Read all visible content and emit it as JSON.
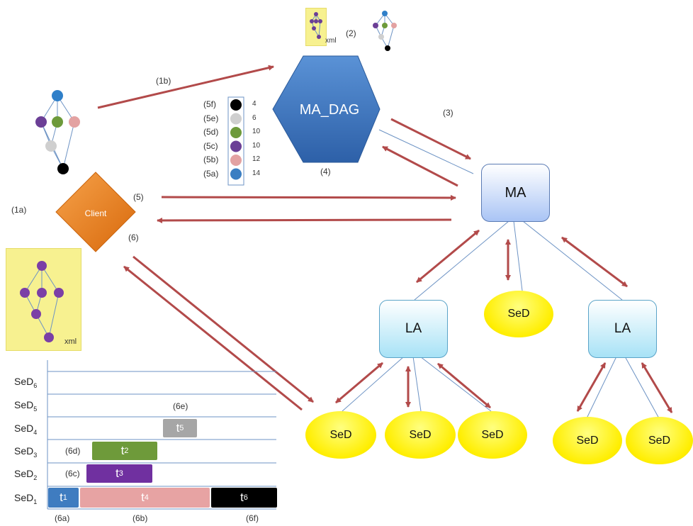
{
  "nodes": {
    "ma_dag": "MA_DAG",
    "ma": "MA",
    "client": "Client",
    "la_left": "LA",
    "la_right": "LA",
    "sed": "SeD"
  },
  "labels": {
    "s1a": "(1a)",
    "s1b": "(1b)",
    "s2": "(2)",
    "s3": "(3)",
    "s4": "(4)",
    "s5": "(5)",
    "s6": "(6)",
    "xml": "xml"
  },
  "priorities": [
    {
      "label": "(5f)",
      "value": "4",
      "color": "#000000"
    },
    {
      "label": "(5e)",
      "value": "6",
      "color": "#cfcfcf"
    },
    {
      "label": "(5d)",
      "value": "10",
      "color": "#6d9a3b"
    },
    {
      "label": "(5c)",
      "value": "10",
      "color": "#6b3f96"
    },
    {
      "label": "(5b)",
      "value": "12",
      "color": "#e3a2a2"
    },
    {
      "label": "(5a)",
      "value": "14",
      "color": "#3b7ec2"
    }
  ],
  "gantt": {
    "rows": [
      {
        "base": "SeD",
        "sub": "6"
      },
      {
        "base": "SeD",
        "sub": "5"
      },
      {
        "base": "SeD",
        "sub": "4"
      },
      {
        "base": "SeD",
        "sub": "3"
      },
      {
        "base": "SeD",
        "sub": "2"
      },
      {
        "base": "SeD",
        "sub": "1"
      }
    ],
    "tasks": [
      {
        "base": "t",
        "sub": "1",
        "color": "#3f7cc0"
      },
      {
        "base": "t",
        "sub": "4",
        "color": "#e7a3a3"
      },
      {
        "base": "t",
        "sub": "6",
        "color": "#000000"
      },
      {
        "base": "t",
        "sub": "3",
        "color": "#7030a0"
      },
      {
        "base": "t",
        "sub": "2",
        "color": "#6e9a3a"
      },
      {
        "base": "t",
        "sub": "5",
        "color": "#a6a6a6"
      }
    ],
    "task_labels": {
      "t5": "(6e)",
      "t2": "(6d)",
      "t3": "(6c)"
    },
    "bottom_labels": {
      "a": "(6a)",
      "b": "(6b)",
      "f": "(6f)"
    }
  },
  "colors": {
    "arrow": "#b24a4a",
    "thin_line": "#6d93c4",
    "hexagon": "#3f78c1",
    "client": "#e97d1b"
  }
}
